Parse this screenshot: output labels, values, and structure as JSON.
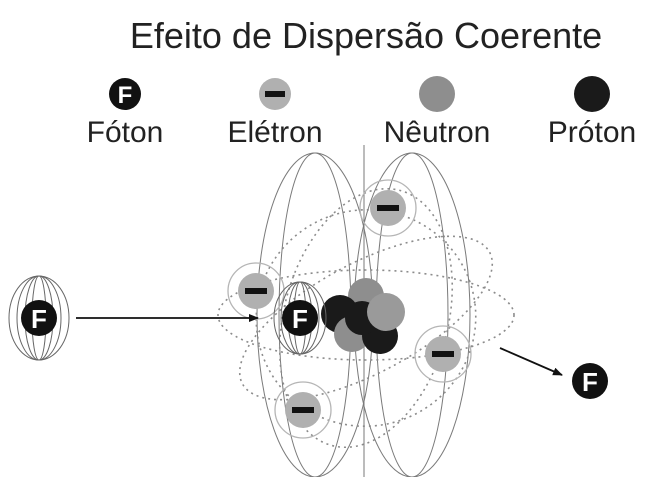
{
  "title": "Efeito de Dispersão Coerente",
  "legend": {
    "photon": {
      "label": "Fóton",
      "symbol": "F",
      "icon": "photon-icon"
    },
    "electron": {
      "label": "Elétron",
      "icon": "electron-icon"
    },
    "neutron": {
      "label": "Nêutron",
      "icon": "neutron-icon"
    },
    "proton": {
      "label": "Próton",
      "icon": "proton-icon"
    }
  },
  "photon_symbol": "F",
  "colors": {
    "photon": "#111111",
    "electron": "#b0b0b0",
    "neutron": "#8e8e8e",
    "proton": "#1a1a1a",
    "text": "#222222"
  }
}
